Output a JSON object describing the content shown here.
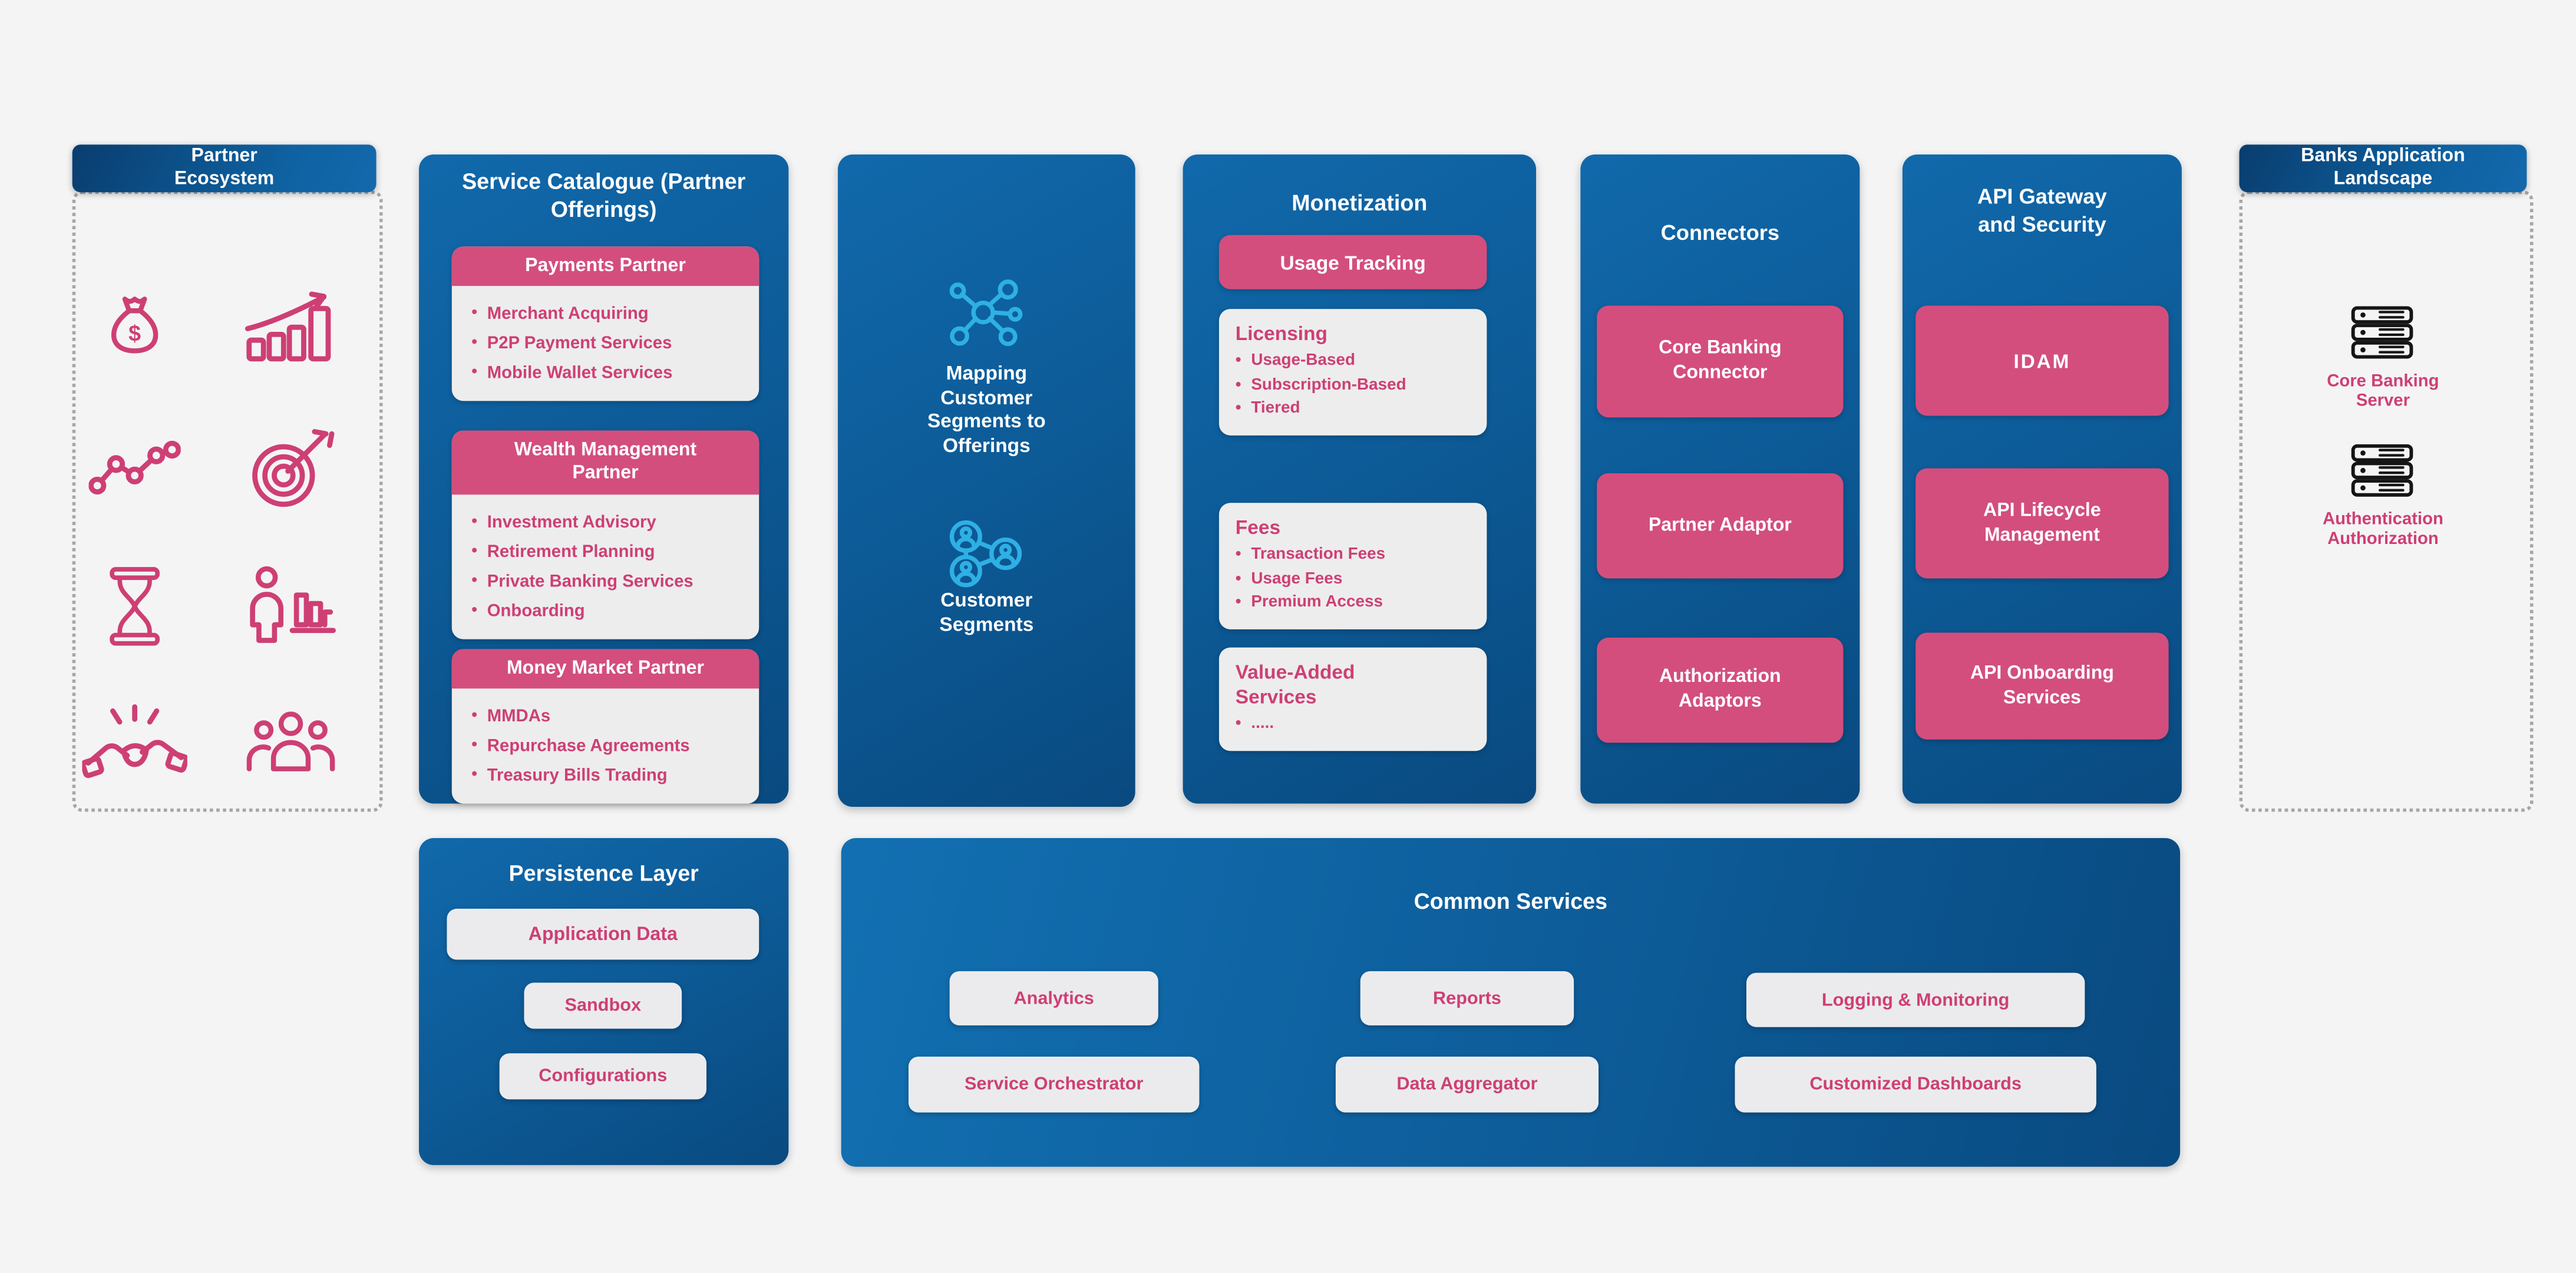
{
  "colors": {
    "background": "#f4f4f5",
    "panel_blue_start": "#1169ab",
    "panel_blue_end": "#094a80",
    "header_blue_start": "#093d6e",
    "header_blue_end": "#1268ab",
    "pink_fill": "#d34e7d",
    "pink_text": "#ce3f74",
    "card_bg": "#ededed",
    "cyan_icon": "#2eb0e4",
    "server_icon": "#151515",
    "dashed_border": "#a6a6a6",
    "white": "#ffffff"
  },
  "partner_ecosystem": {
    "title": "Partner Ecosystem",
    "icons": [
      "money-bag-icon",
      "growth-chart-icon",
      "line-chart-icon",
      "target-icon",
      "hourglass-icon",
      "person-stats-icon",
      "handshake-icon",
      "people-group-icon"
    ]
  },
  "service_catalogue": {
    "title": "Service Catalogue (Partner Offerings)",
    "cards": [
      {
        "title": "Payments Partner",
        "items": [
          "Merchant Acquiring",
          "P2P Payment Services",
          "Mobile Wallet Services"
        ]
      },
      {
        "title": "Wealth Management Partner",
        "items": [
          "Investment Advisory",
          "Retirement Planning",
          "Private Banking Services",
          "Onboarding"
        ]
      },
      {
        "title": "Money Market Partner",
        "items": [
          "MMDAs",
          "Repurchase Agreements",
          "Treasury Bills Trading"
        ]
      }
    ]
  },
  "mapping": {
    "top_label": "Mapping Customer Segments to Offerings",
    "bottom_label": "Customer Segments"
  },
  "monetization": {
    "title": "Monetization",
    "tracking_button": "Usage Tracking",
    "cards": [
      {
        "title": "Licensing",
        "items": [
          "Usage-Based",
          "Subscription-Based",
          "Tiered"
        ]
      },
      {
        "title": "Fees",
        "items": [
          "Transaction Fees",
          "Usage Fees",
          "Premium Access"
        ]
      },
      {
        "title": "Value-Added Services",
        "items": [
          "....."
        ]
      }
    ]
  },
  "connectors": {
    "title": "Connectors",
    "buttons": [
      "Core Banking Connector",
      "Partner Adaptor",
      "Authorization Adaptors"
    ]
  },
  "api_gateway": {
    "title": "API Gateway and Security",
    "buttons": [
      "IDAM",
      "API Lifecycle Management",
      "API Onboarding Services"
    ]
  },
  "banks_landscape": {
    "title": "Banks Application Landscape",
    "servers": [
      "Core Banking Server",
      "Authentication Authorization"
    ]
  },
  "persistence_layer": {
    "title": "Persistence Layer",
    "buttons": [
      "Application Data",
      "Sandbox",
      "Configurations"
    ]
  },
  "common_services": {
    "title": "Common Services",
    "buttons": [
      "Analytics",
      "Reports",
      "Logging & Monitoring",
      "Service Orchestrator",
      "Data Aggregator",
      "Customized Dashboards"
    ]
  }
}
